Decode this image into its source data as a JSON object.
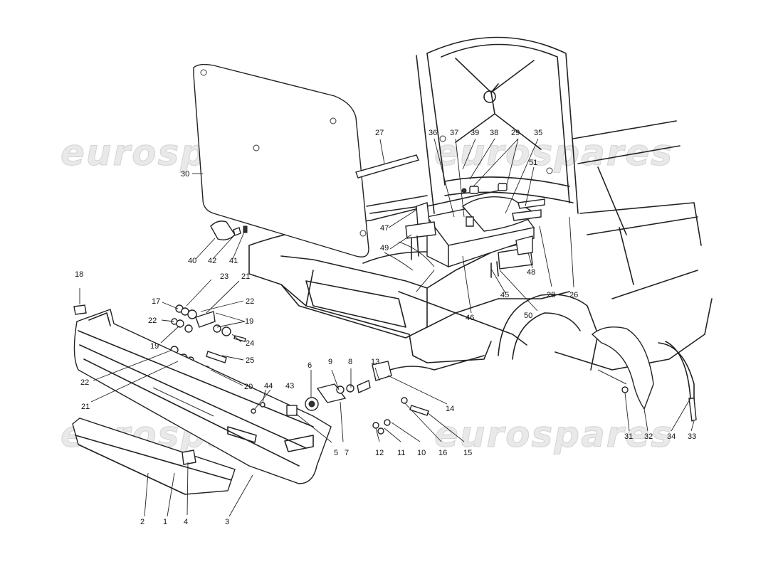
{
  "watermark": {
    "text": "eurospares",
    "color": "#d9d9d9"
  },
  "callouts": {
    "c1": "1",
    "c2": "2",
    "c3": "3",
    "c4": "4",
    "c5": "5",
    "c6": "6",
    "c7": "7",
    "c8": "8",
    "c9": "9",
    "c10": "10",
    "c11": "11",
    "c12": "12",
    "c13": "13",
    "c14": "14",
    "c15": "15",
    "c16": "16",
    "c17": "17",
    "c18": "18",
    "c19a": "19",
    "c19b": "19",
    "c20": "20",
    "c21a": "21",
    "c21b": "21",
    "c22a": "22",
    "c22b": "22",
    "c22c": "22",
    "c23": "23",
    "c24": "24",
    "c25": "25",
    "c26": "26",
    "c27": "27",
    "c28": "28",
    "c29": "29",
    "c30": "30",
    "c31": "31",
    "c32": "32",
    "c33": "33",
    "c34": "34",
    "c35": "35",
    "c36": "36",
    "c37": "37",
    "c38": "38",
    "c39": "39",
    "c40": "40",
    "c41": "41",
    "c42": "42",
    "c43": "43",
    "c44": "44",
    "c45": "45",
    "c46": "46",
    "c47": "47",
    "c48": "48",
    "c49": "49",
    "c50": "50",
    "c51": "51"
  }
}
